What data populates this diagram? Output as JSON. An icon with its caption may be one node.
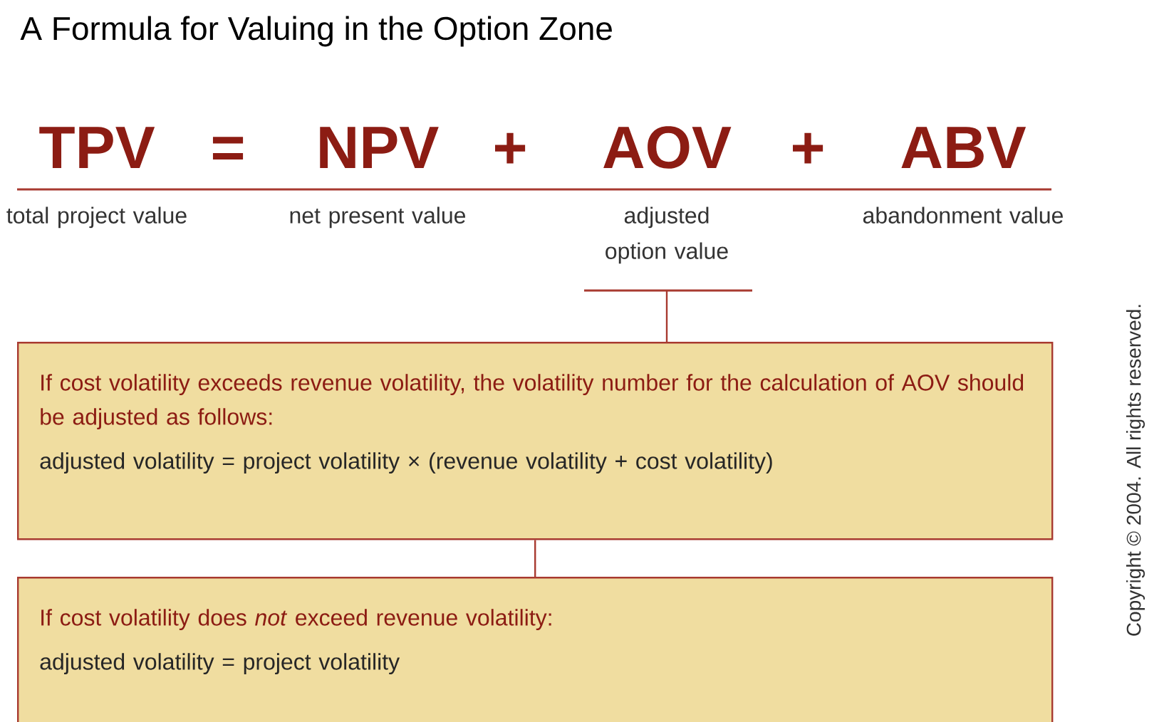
{
  "diagram": {
    "title": "A Formula for Valuing in the Option Zone",
    "nodes": [
      {
        "text": [
          "adjusted option value"
        ]
      },
      {
        "text": [
          "If cost volatility exceeds revenue volatility, the volatility number for the calculation of AOV should be adjusted as follows:",
          "adjusted volatility = project volatility × (revenue volatility + cost volatility)"
        ]
      },
      {
        "text": [
          "If cost volatility does *not* exceed revenue volatility:",
          "adjusted volatility = project volatility"
        ]
      }
    ],
    "edges": [
      {
        "from": 0,
        "to": 1,
        "arrow": "none"
      },
      {
        "from": 1,
        "to": 2,
        "arrow": "none"
      }
    ],
    "labels": [
      "TPV",
      "=",
      "NPV",
      "+",
      "AOV",
      "+",
      "ABV",
      "total project value",
      "net present value",
      "abandonment value",
      "Copyright © 2004. All rights reserved."
    ]
  }
}
